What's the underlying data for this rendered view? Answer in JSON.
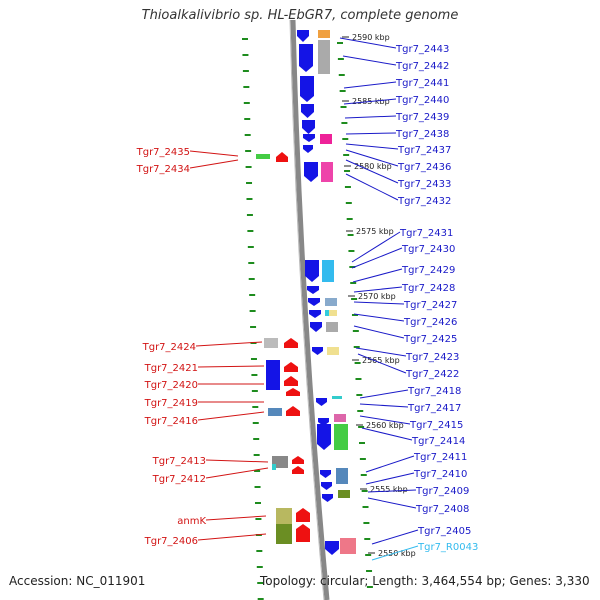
{
  "title": "Thioalkalivibrio sp. HL-EbGR7, complete genome",
  "accession": "Accession: NC_011901",
  "topology": "Topology: circular; Length: 3,464,554 bp; Genes: 3,330",
  "colors": {
    "forward_label": "#1a1ac8",
    "reverse_label": "#d21414",
    "rna_label": "#33bbee",
    "forward_arrow": "#1414e6",
    "reverse_arrow": "#ee1111",
    "backbone": "#888888",
    "tick": "#1e8c1e"
  },
  "kbp_ticks": [
    "2590 kbp",
    "2585 kbp",
    "2580 kbp",
    "2575 kbp",
    "2570 kbp",
    "2565 kbp",
    "2560 kbp",
    "2555 kbp",
    "2550 kbp"
  ],
  "forward_genes": [
    "Tgr7_2443",
    "Tgr7_2442",
    "Tgr7_2441",
    "Tgr7_2440",
    "Tgr7_2439",
    "Tgr7_2438",
    "Tgr7_2437",
    "Tgr7_2436",
    "Tgr7_2433",
    "Tgr7_2432",
    "Tgr7_2431",
    "Tgr7_2430",
    "Tgr7_2429",
    "Tgr7_2428",
    "Tgr7_2427",
    "Tgr7_2426",
    "Tgr7_2425",
    "Tgr7_2423",
    "Tgr7_2422",
    "Tgr7_2418",
    "Tgr7_2417",
    "Tgr7_2415",
    "Tgr7_2414",
    "Tgr7_2411",
    "Tgr7_2410",
    "Tgr7_2409",
    "Tgr7_2408",
    "Tgr7_2405",
    "Tgr7_R0043"
  ],
  "reverse_genes": [
    "Tgr7_2435",
    "Tgr7_2434",
    "Tgr7_2424",
    "Tgr7_2421",
    "Tgr7_2420",
    "Tgr7_2419",
    "Tgr7_2416",
    "Tgr7_2413",
    "Tgr7_2412",
    "anmK",
    "Tgr7_2406"
  ]
}
